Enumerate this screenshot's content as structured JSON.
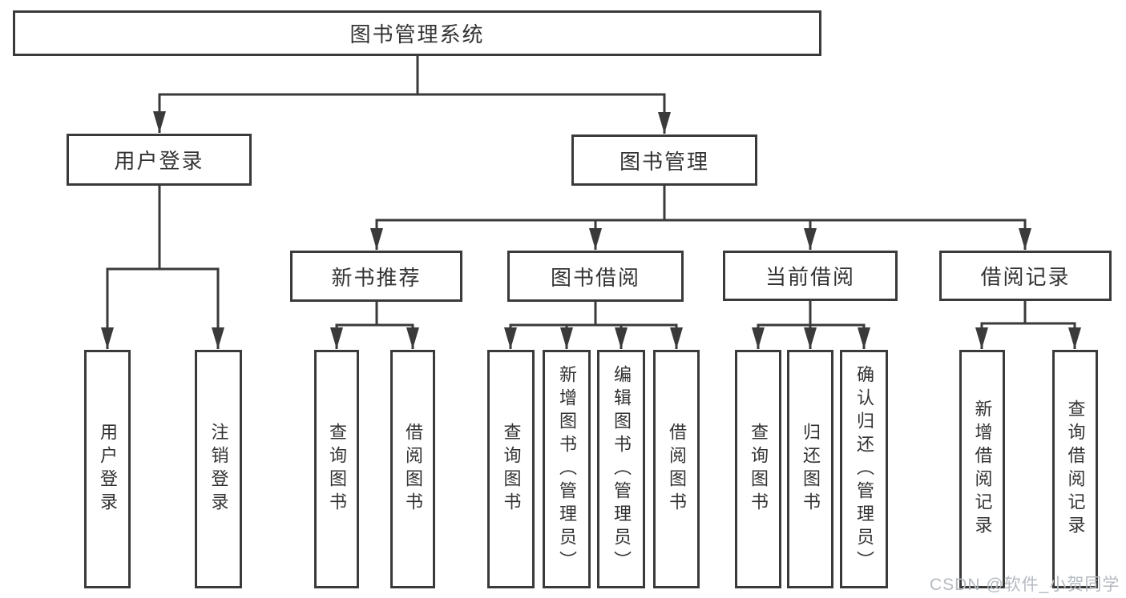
{
  "diagram": {
    "type": "hierarchy-tree",
    "orientation": "top-down"
  },
  "nodes": {
    "root": {
      "label": "图书管理系统"
    },
    "user_login": {
      "label": "用户登录"
    },
    "book_mgmt": {
      "label": "图书管理"
    },
    "new_book_rec": {
      "label": "新书推荐"
    },
    "book_borrow": {
      "label": "图书借阅"
    },
    "current_borrow": {
      "label": "当前借阅"
    },
    "borrow_record": {
      "label": "借阅记录"
    },
    "leaf_user_login": {
      "label": "用户登录"
    },
    "leaf_logout": {
      "label": "注销登录"
    },
    "leaf_nbr_query": {
      "label": "查询图书"
    },
    "leaf_nbr_borrow": {
      "label": "借阅图书"
    },
    "leaf_bb_query": {
      "label": "查询图书"
    },
    "leaf_bb_add": {
      "label": "新增图书（管理员）"
    },
    "leaf_bb_edit": {
      "label": "编辑图书（管理员）"
    },
    "leaf_bb_borrow": {
      "label": "借阅图书"
    },
    "leaf_cb_query": {
      "label": "查询图书"
    },
    "leaf_cb_return": {
      "label": "归还图书"
    },
    "leaf_cb_confirm": {
      "label": "确认归还（管理员）"
    },
    "leaf_br_add": {
      "label": "新增借阅记录"
    },
    "leaf_br_query": {
      "label": "查询借阅记录"
    }
  },
  "edges": [
    [
      "root",
      "user_login"
    ],
    [
      "root",
      "book_mgmt"
    ],
    [
      "user_login",
      "leaf_user_login"
    ],
    [
      "user_login",
      "leaf_logout"
    ],
    [
      "book_mgmt",
      "new_book_rec"
    ],
    [
      "book_mgmt",
      "book_borrow"
    ],
    [
      "book_mgmt",
      "current_borrow"
    ],
    [
      "book_mgmt",
      "borrow_record"
    ],
    [
      "new_book_rec",
      "leaf_nbr_query"
    ],
    [
      "new_book_rec",
      "leaf_nbr_borrow"
    ],
    [
      "book_borrow",
      "leaf_bb_query"
    ],
    [
      "book_borrow",
      "leaf_bb_add"
    ],
    [
      "book_borrow",
      "leaf_bb_edit"
    ],
    [
      "book_borrow",
      "leaf_bb_borrow"
    ],
    [
      "current_borrow",
      "leaf_cb_query"
    ],
    [
      "current_borrow",
      "leaf_cb_return"
    ],
    [
      "current_borrow",
      "leaf_cb_confirm"
    ],
    [
      "borrow_record",
      "leaf_br_add"
    ],
    [
      "borrow_record",
      "leaf_br_query"
    ]
  ],
  "watermark": {
    "text": "CSDN @软件_小贺同学",
    "color": "#b4bac0"
  },
  "colors": {
    "line": "#3a3a3a",
    "box_border": "#3a3a3a",
    "box_bg": "#ffffff",
    "text": "#333333"
  }
}
